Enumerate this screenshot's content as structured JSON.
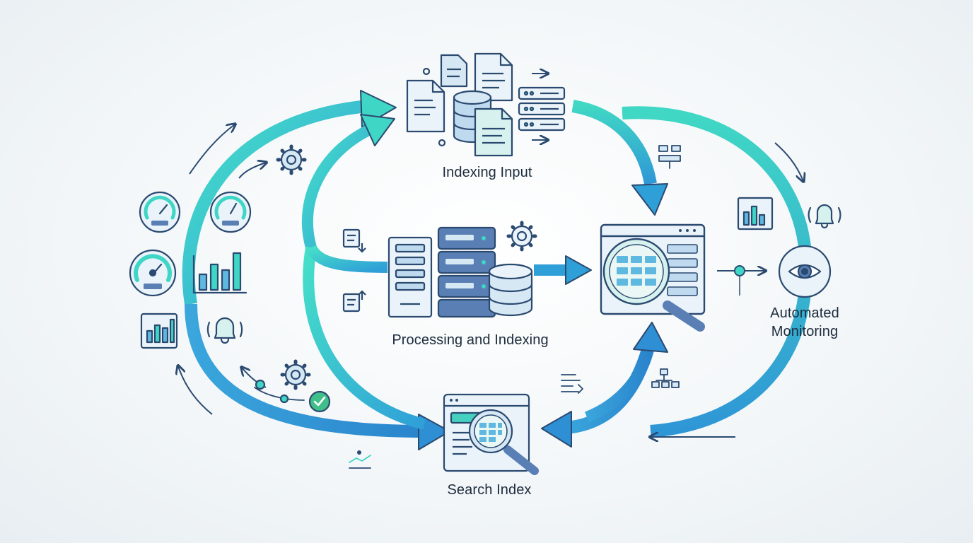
{
  "labels": {
    "indexing_input": "Indexing Input",
    "processing": "Processing and Indexing",
    "search_index": "Search Index",
    "monitoring_line1": "Automated",
    "monitoring_line2": "Monitoring"
  },
  "colors": {
    "stroke": "#2b4a70",
    "teal": "#3fd6c6",
    "blue": "#2f8fd4",
    "fill_light": "#d7e8f5",
    "fill_teal": "#bfeee8",
    "fill_mid": "#5a7fb5",
    "green": "#3fbf8a"
  },
  "icons": [
    "document-icon",
    "database-icon",
    "server-icon",
    "magnifier-icon",
    "gauge-icon",
    "bar-chart-icon",
    "bell-icon",
    "gear-icon",
    "eye-icon",
    "check-icon",
    "flowchart-icon",
    "list-icon"
  ]
}
